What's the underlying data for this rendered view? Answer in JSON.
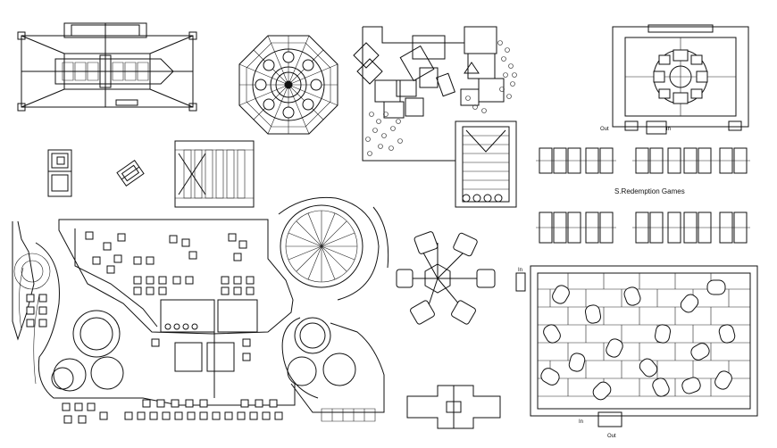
{
  "labels": {
    "redemption_caption": "S.Redemption Games",
    "bumper_in": "In",
    "bumper_out": "Out",
    "ride_in": "In",
    "ride_out": "Out"
  }
}
